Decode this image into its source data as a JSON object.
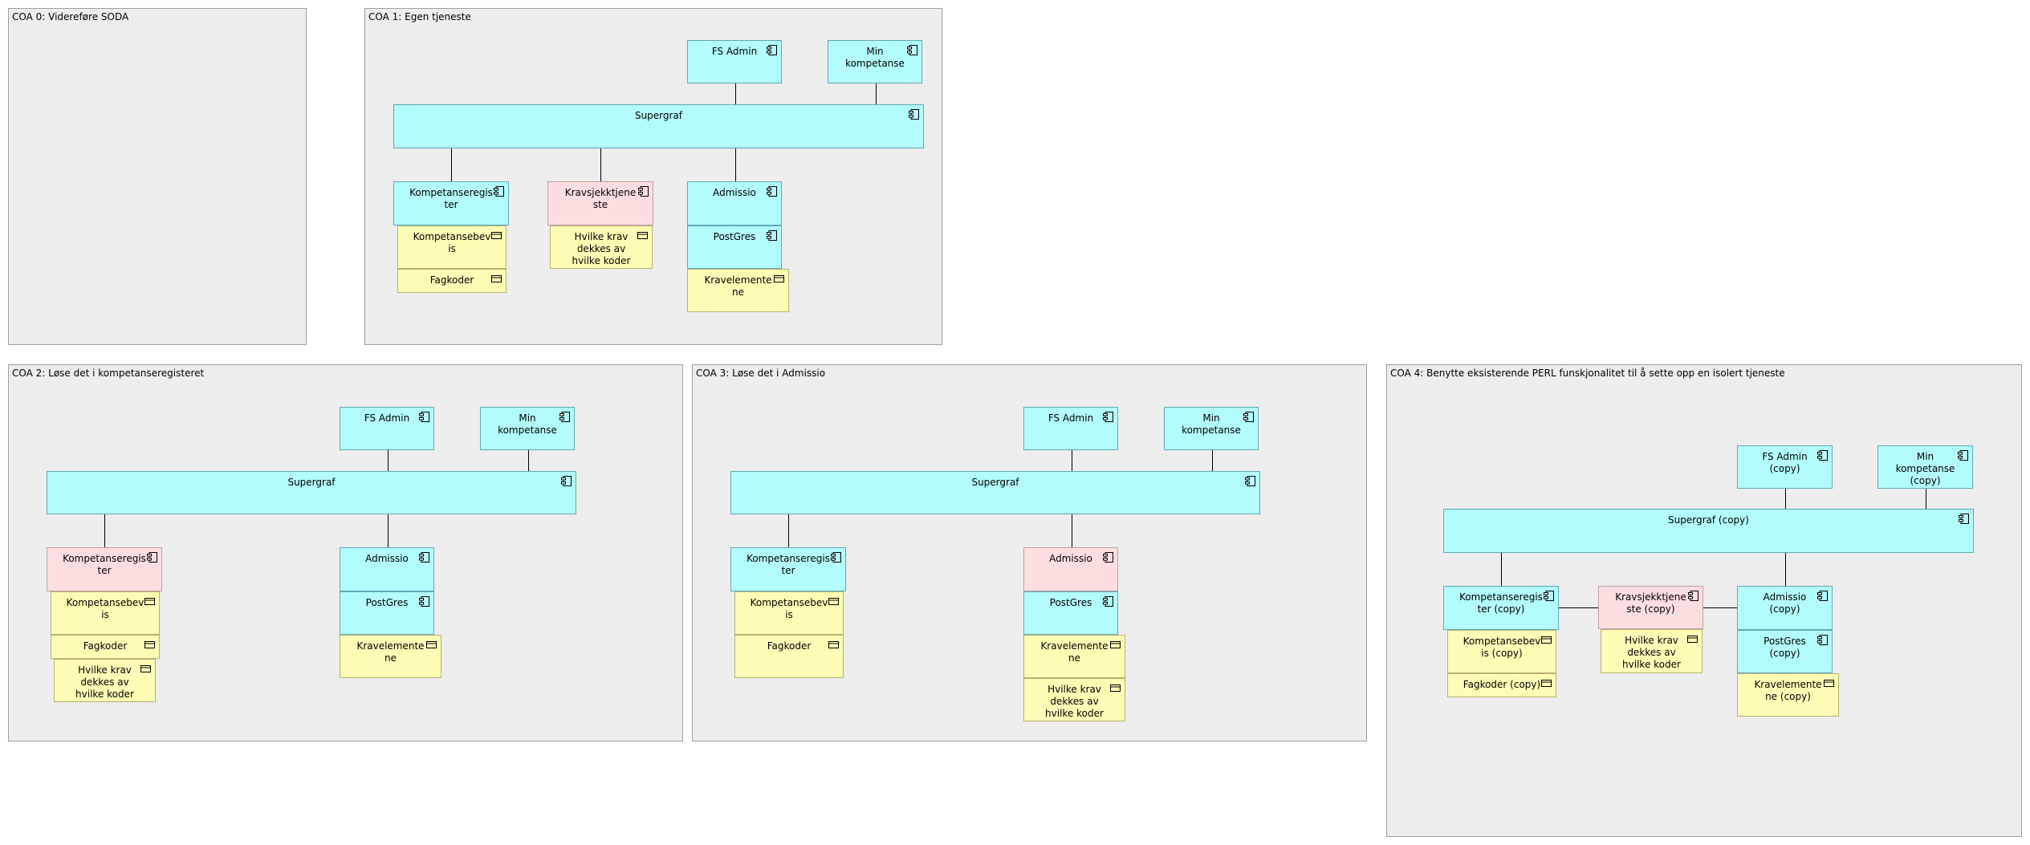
{
  "colors": {
    "group_fill": "#ecedec",
    "component_cyan": "#b3fcfd",
    "component_pink": "#fedde1",
    "data_yellow": "#fefdb6"
  },
  "icons": {
    "component": "component-icon",
    "data_object": "data-object-icon"
  },
  "groups": {
    "coa0": {
      "title": "COA 0: Videreføre SODA"
    },
    "coa1": {
      "title": "COA 1: Egen tjeneste",
      "fs_admin": "FS Admin",
      "min_kompetanse": "Min kompetanse",
      "supergraf": "Supergraf",
      "kompetanseregister": "Kompetanseregister",
      "kravsjekk": "Kravsjekktjeneste",
      "admissio": "Admissio",
      "postgres": "PostGres",
      "kompetansebevis": "Kompetansebevis",
      "fagkoder": "Fagkoder",
      "hvilke_krav": "Hvilke krav dekkes av hvilke koder",
      "kravelementene": "Kravelementene"
    },
    "coa2": {
      "title": "COA 2: Løse det i kompetanseregisteret",
      "fs_admin": "FS Admin",
      "min_kompetanse": "Min kompetanse",
      "supergraf": "Supergraf",
      "kompetanseregister": "Kompetanseregister",
      "admissio": "Admissio",
      "postgres": "PostGres",
      "kompetansebevis": "Kompetansebevis",
      "fagkoder": "Fagkoder",
      "hvilke_krav": "Hvilke krav dekkes av hvilke koder",
      "kravelementene": "Kravelementene"
    },
    "coa3": {
      "title": "COA 3: Løse det i Admissio",
      "fs_admin": "FS Admin",
      "min_kompetanse": "Min kompetanse",
      "supergraf": "Supergraf",
      "kompetanseregister": "Kompetanseregister",
      "admissio": "Admissio",
      "postgres": "PostGres",
      "kompetansebevis": "Kompetansebevis",
      "fagkoder": "Fagkoder",
      "kravelementene": "Kravelementene",
      "hvilke_krav": "Hvilke krav dekkes av hvilke koder"
    },
    "coa4": {
      "title": "COA 4: Benytte eksisterende PERL funskjonalitet til å sette opp en isolert tjeneste",
      "fs_admin": "FS Admin (copy)",
      "min_kompetanse": "Min kompetanse (copy)",
      "supergraf": "Supergraf (copy)",
      "kompetanseregister": "Kompetanseregister (copy)",
      "kravsjekk": "Kravsjekktjeneste (copy)",
      "admissio": "Admissio (copy)",
      "postgres": "PostGres (copy)",
      "kompetansebevis": "Kompetansebevis (copy)",
      "fagkoder": "Fagkoder (copy)",
      "hvilke_krav": "Hvilke krav dekkes av hvilke koder",
      "kravelementene": "Kravelementene (copy)"
    }
  }
}
